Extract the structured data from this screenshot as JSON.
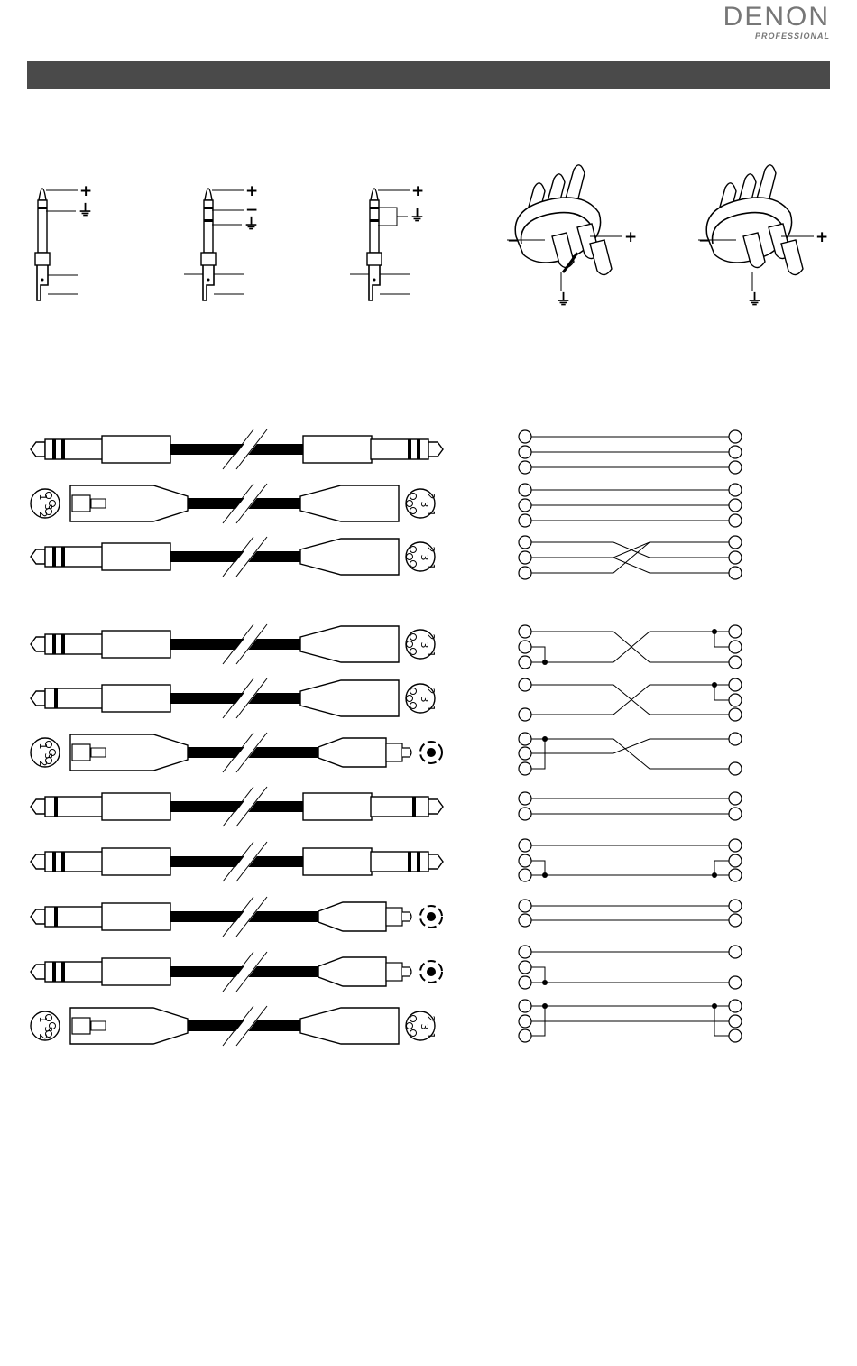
{
  "header": {
    "brand": "DENON",
    "brand_sub": "PROFESSIONAL"
  },
  "connector_labels": {
    "plus": "+",
    "minus": "−",
    "ground": "⏚"
  },
  "pin_numbers": {
    "p1": "1",
    "p2": "2",
    "p3": "3"
  },
  "cable_rows": [
    {
      "left": "trs",
      "right": "trs"
    },
    {
      "left": "xlr-f",
      "right": "xlr-m"
    },
    {
      "left": "trs",
      "right": "xlr-m"
    },
    {
      "left": "trs",
      "right": "xlr-m"
    },
    {
      "left": "ts",
      "right": "xlr-m"
    },
    {
      "left": "xlr-f",
      "right": "rca"
    },
    {
      "left": "ts",
      "right": "ts"
    },
    {
      "left": "trs",
      "right": "trs"
    },
    {
      "left": "ts",
      "right": "rca"
    },
    {
      "left": "trs",
      "right": "rca"
    },
    {
      "left": "xlr-f",
      "right": "xlr-m"
    }
  ]
}
